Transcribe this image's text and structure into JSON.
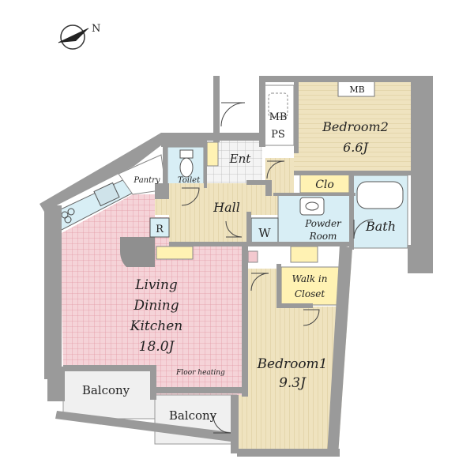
{
  "compass": {
    "north_label": "N"
  },
  "rooms": {
    "mb_top": "MB",
    "mb": "MB",
    "ps": "PS",
    "bedroom2_name": "Bedroom2",
    "bedroom2_size": "6.6J",
    "ent": "Ent",
    "pantry": "Pantry",
    "toilet": "Toilet",
    "clo": "Clo",
    "hall": "Hall",
    "r": "R",
    "w": "W",
    "powder_room_line1": "Powder",
    "powder_room_line2": "Room",
    "bath": "Bath",
    "ldk_line1": "Living",
    "ldk_line2": "Dining",
    "ldk_line3": "Kitchen",
    "ldk_size": "18.0J",
    "floor_heating": "Floor heating",
    "walk_in_closet_line1": "Walk in",
    "walk_in_closet_line2": "Closet",
    "bedroom1_name": "Bedroom1",
    "bedroom1_size": "9.3J",
    "balcony_left": "Balcony",
    "balcony_center": "Balcony"
  },
  "colors": {
    "wall": "#9a9a9a",
    "wood_floor": "#efe3bf",
    "ldk_floor": "#f3c9cf",
    "wet_area": "#d8eef5",
    "storage": "#fff2b3",
    "balcony": "#eeeeee"
  }
}
